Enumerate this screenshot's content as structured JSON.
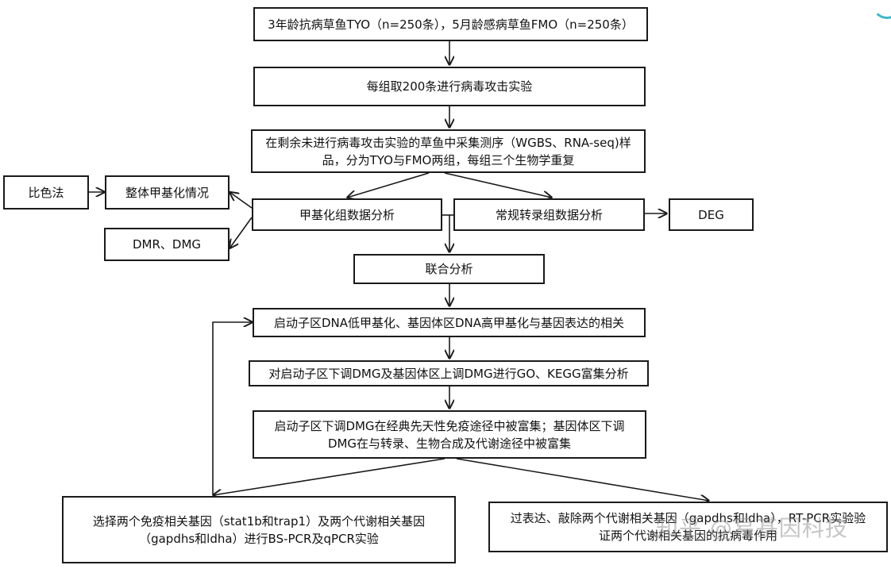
{
  "nodes": {
    "n1": [
      "3年龄抗病草鱼TYO（n=250条），5月龄感病草鱼FMO（n=250条）"
    ],
    "n2": [
      "每组取200条进行病毒攻击实验"
    ],
    "n3": [
      "在剩余未进行病毒攻击实验的草鱼中采集测序（WGBS、RNA-seq)样",
      "品，分为TYO与FMO两组，每组三个生物学重复"
    ],
    "colorimetry": [
      "比色法"
    ],
    "global_meth": [
      "整体甲基化情况"
    ],
    "meth_analysis": [
      "甲基化组数据分析"
    ],
    "trans_analysis": [
      "常规转录组数据分析"
    ],
    "deg": [
      "DEG"
    ],
    "dmr": [
      "DMR、DMG"
    ],
    "joint": [
      "联合分析"
    ],
    "corr": [
      "启动子区DNA低甲基化、基因体区DNA高甲基化与基因表达的相关"
    ],
    "enrich": [
      "对启动子区下调DMG及基因体区上调DMG进行GO、KEGG富集分析"
    ],
    "result": [
      "启动子区下调DMG在经典先天性免疫途径中被富集；基因体区下调",
      "DMG在与转录、生物合成及代谢途径中被富集"
    ],
    "select": [
      "选择两个免疫相关基因（stat1b和trap1）及两个代谢相关基因",
      "（gapdhs和ldha）进行BS-PCR及qPCR实验"
    ],
    "overexp": [
      "过表达、敲除两个代谢相关基因（gapdhs和ldha），RT-PCR实验验",
      "证两个代谢相关基因的抗病毒作用"
    ]
  },
  "watermark": "知乎 @易基因科技",
  "colors": {
    "stroke": "#1a1a1a",
    "accent_arc": "#3bb6c9"
  }
}
